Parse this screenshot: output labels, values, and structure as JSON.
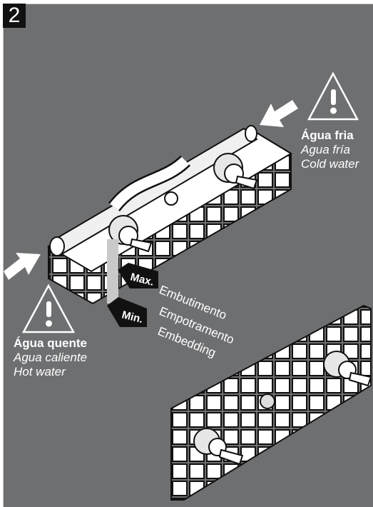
{
  "step_number": "2",
  "cold": {
    "title": "Água fria",
    "line2": "Agua fría",
    "line3": "Cold water"
  },
  "hot": {
    "title": "Água quente",
    "line2": "Agua caliente",
    "line3": "Hot water"
  },
  "depth": {
    "max": "Max.",
    "min": "Min."
  },
  "embedding": {
    "pt": "Embutimento",
    "es": "Empotramento",
    "en": "Embedding"
  },
  "icons": [
    "warning-icon",
    "arrow-icon",
    "valve-icon"
  ]
}
